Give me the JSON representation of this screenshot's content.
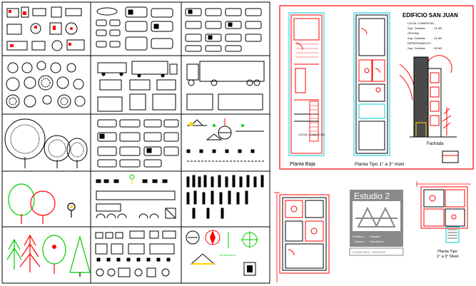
{
  "building": {
    "name": "EDIFICIO SAN JUAN",
    "specs": [
      {
        "label": "LOCAL COMERCIAL",
        "value": ""
      },
      {
        "label": "Sup. Cubierta",
        "value": ": 31 M2"
      },
      {
        "label": "OFICINA",
        "value": ""
      },
      {
        "label": "Sup. Cubierta",
        "value": ": 31 M2"
      },
      {
        "label": "DEPARTAMENTO",
        "value": ""
      },
      {
        "label": "Sup. Cubierta",
        "value": ": 35 M2"
      }
    ]
  },
  "labels": {
    "planta_baja": "Planta Baja",
    "planta_tipo": "Planta Tipo 1° a 3° nivel",
    "fachada": "Fachada",
    "local_comercial": "LOCAL COMERCIAL",
    "planta_tipo_small_1": "Planta Tipo",
    "planta_tipo_small_2": "1° a 3° Nivel"
  },
  "studio": {
    "name": "Estudio 2",
    "partners": [
      "Federico",
      "Soledad",
      "Lorenzo",
      "Hernandez"
    ],
    "tagline": "Arquitectura - Interiores"
  },
  "colors": {
    "frame": "#000000",
    "accent_red": "#ff0000",
    "accent_green": "#00cc00",
    "accent_cyan": "#00c8d8",
    "accent_yellow": "#ffd400",
    "accent_magenta": "#ff00ff",
    "studio_gray": "#8a8a8a"
  }
}
